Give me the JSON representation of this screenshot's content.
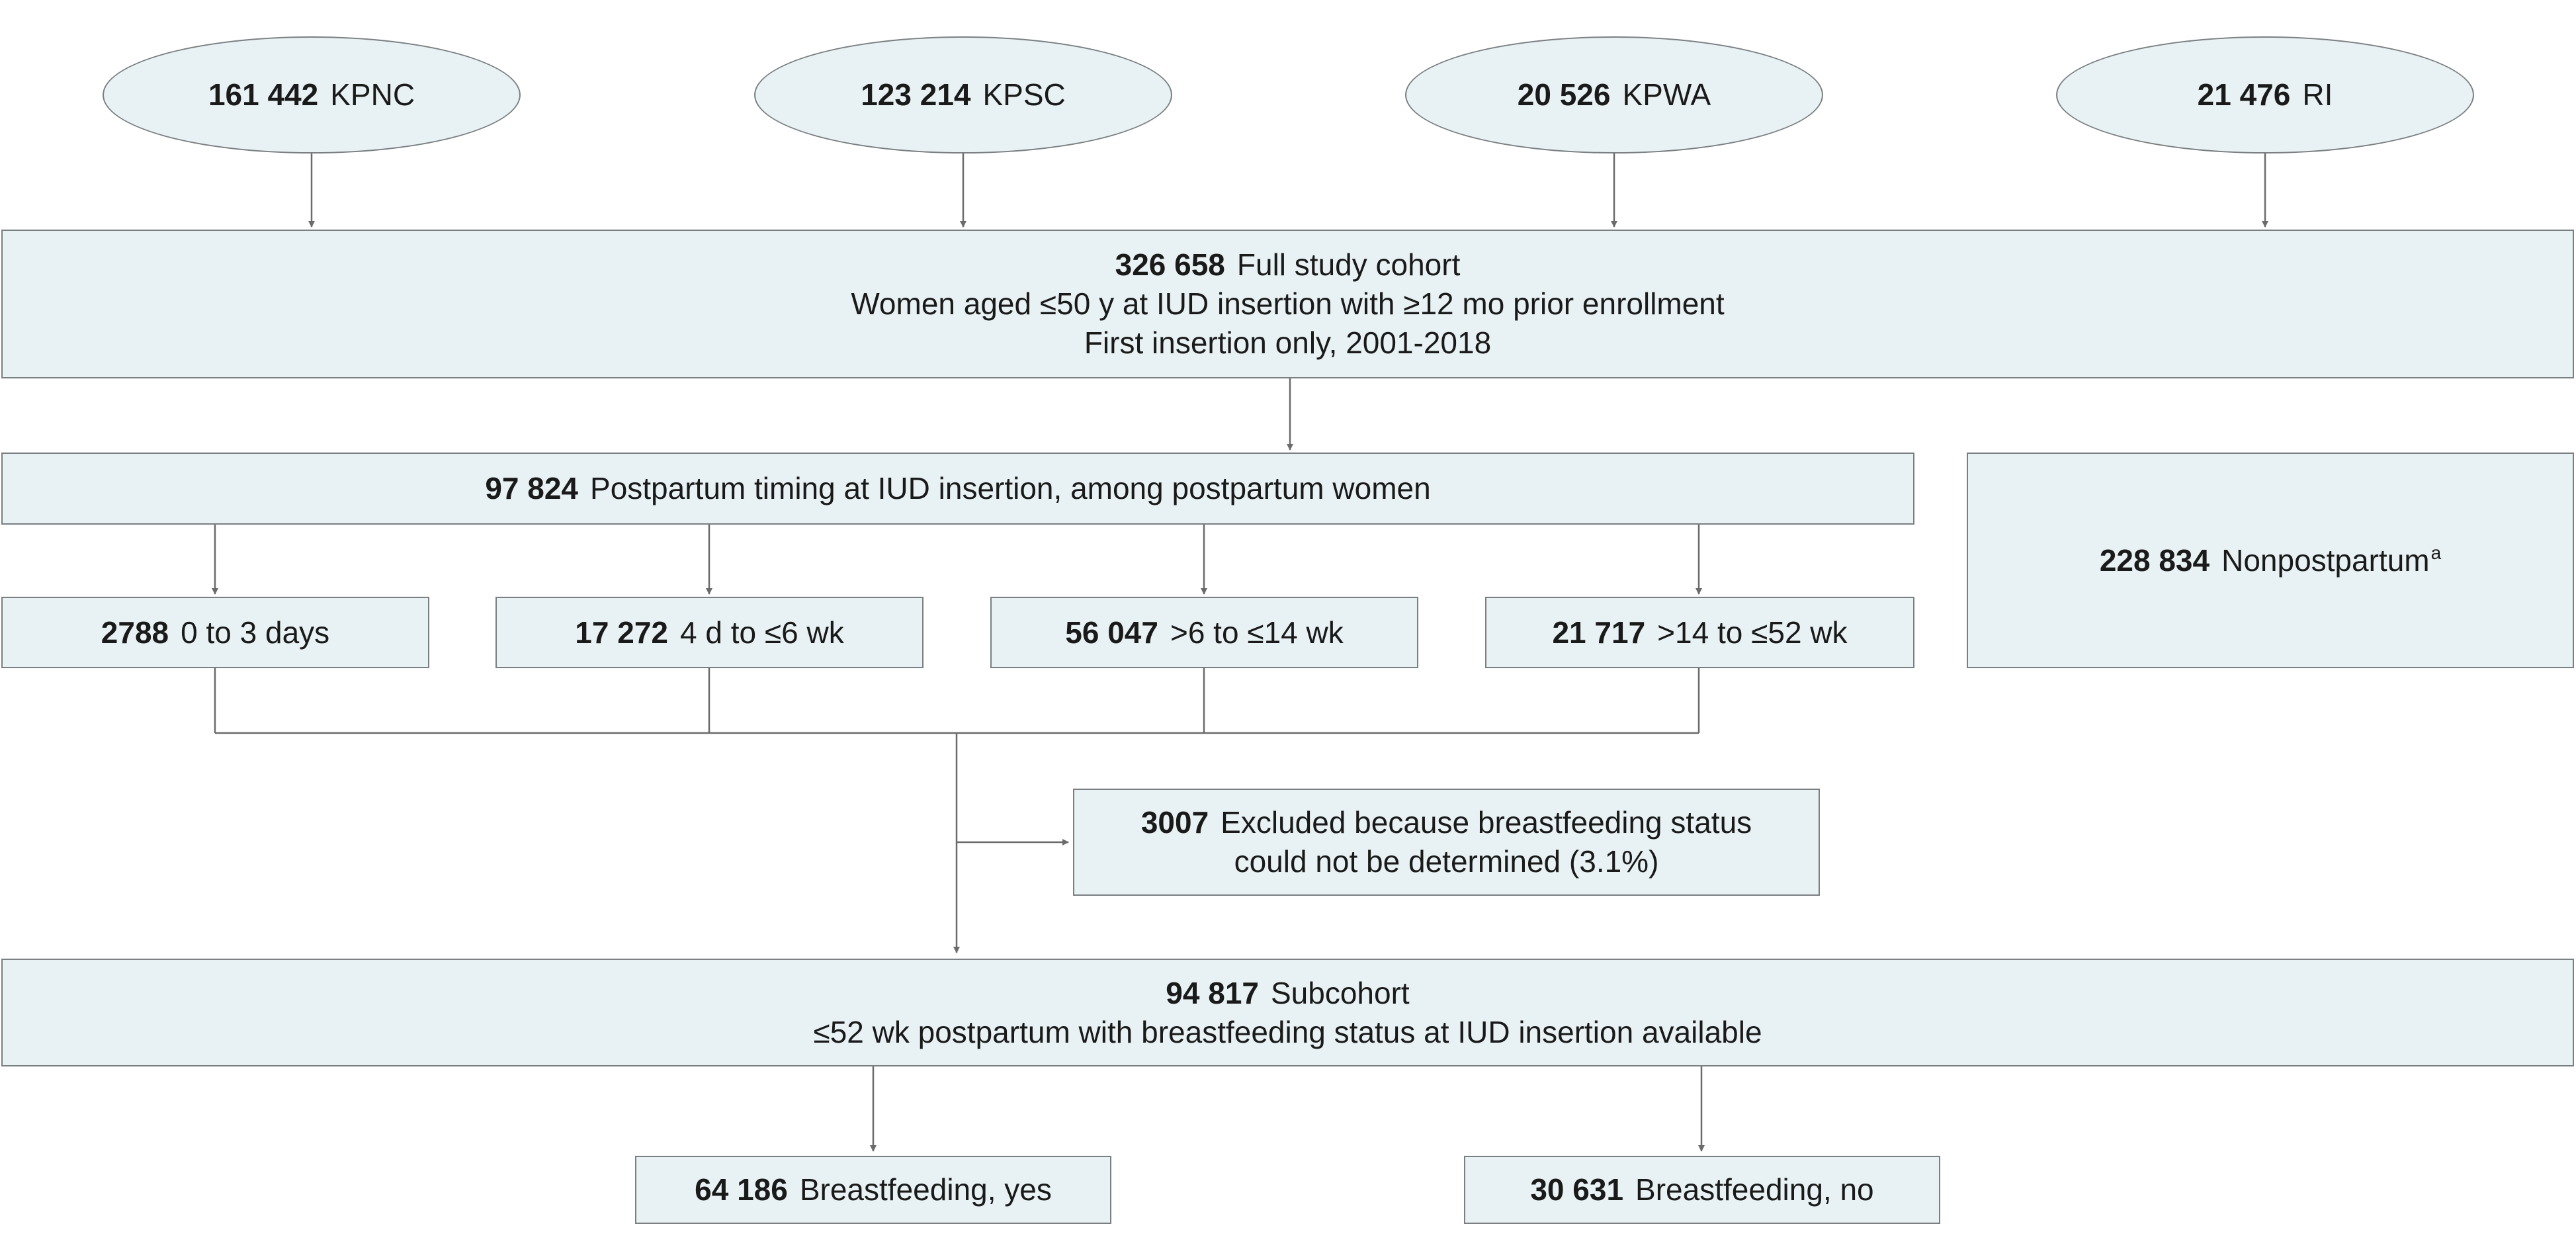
{
  "sources": [
    {
      "count": "161 442",
      "label": "KPNC"
    },
    {
      "count": "123 214",
      "label": "KPSC"
    },
    {
      "count": "20 526",
      "label": "KPWA"
    },
    {
      "count": "21 476",
      "label": "RI"
    }
  ],
  "full_cohort": {
    "count": "326 658",
    "label": "Full study cohort",
    "line2": "Women aged ≤50 y at IUD insertion with ≥12 mo prior enrollment",
    "line3": "First insertion only, 2001-2018"
  },
  "postpartum": {
    "count": "97 824",
    "label": "Postpartum timing at IUD insertion, among postpartum women"
  },
  "nonpostpartum": {
    "count": "228 834",
    "label": "Nonpostpartum",
    "footnote": "a"
  },
  "timing_groups": [
    {
      "count": "2788",
      "label": "0 to 3 days"
    },
    {
      "count": "17 272",
      "label": "4 d to ≤6 wk"
    },
    {
      "count": "56 047",
      "label": ">6 to ≤14 wk"
    },
    {
      "count": "21 717",
      "label": ">14 to ≤52 wk"
    }
  ],
  "excluded": {
    "count": "3007",
    "line1": "Excluded because breastfeeding status",
    "line2": "could not be determined (3.1%)"
  },
  "subcohort": {
    "count": "94 817",
    "label": "Subcohort",
    "line2": "≤52 wk postpartum with breastfeeding status at IUD insertion available"
  },
  "outcomes": [
    {
      "count": "64 186",
      "label": "Breastfeeding, yes"
    },
    {
      "count": "30 631",
      "label": "Breastfeeding, no"
    }
  ],
  "colors": {
    "box_fill": "#e8f1f3",
    "box_border": "#7a7f82",
    "connector": "#6b6b6b",
    "text": "#1a1a1a"
  }
}
